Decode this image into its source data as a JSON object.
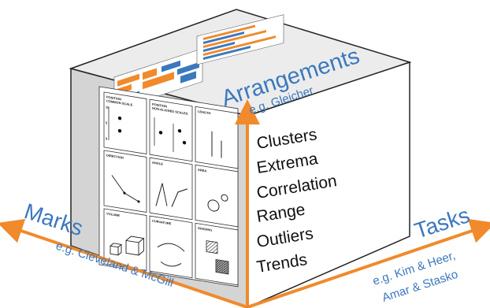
{
  "colors": {
    "orange": "#f08a2c",
    "blue": "#3b78bd",
    "cube_top": "#ececec",
    "cube_left": "#d6d6d6",
    "cube_right": "#ffffff",
    "outline": "#222222"
  },
  "axes": {
    "marks": {
      "label": "Marks",
      "subtitle": "e.g. Cleveland & McGill"
    },
    "arrangements": {
      "label": "Arrangements",
      "subtitle": "e.g. Gleicher"
    },
    "tasks": {
      "label": "Tasks",
      "subtitle_line1": "e.g. Kim & Heer,",
      "subtitle_line2": "Amar & Stasko"
    }
  },
  "tasks_list": [
    "Clusters",
    "Extrema",
    "Correlation",
    "Range",
    "Outliers",
    "Trends"
  ],
  "marks_grid": {
    "cells": [
      {
        "label_line1": "POSITION",
        "label_line2": "COMMON SCALE",
        "icon": "dot-scale-icon"
      },
      {
        "label_line1": "POSITION",
        "label_line2": "NON-ALIGNED SCALES",
        "icon": "dot-multi-scale-icon"
      },
      {
        "label_line1": "LENGTH",
        "label_line2": "",
        "icon": "length-lines-icon"
      },
      {
        "label_line1": "DIRECTION",
        "label_line2": "",
        "icon": "direction-lines-icon"
      },
      {
        "label_line1": "ANGLE",
        "label_line2": "",
        "icon": "angle-lines-icon"
      },
      {
        "label_line1": "AREA",
        "label_line2": "",
        "icon": "area-circles-icon"
      },
      {
        "label_line1": "VOLUME",
        "label_line2": "",
        "icon": "volume-cubes-icon"
      },
      {
        "label_line1": "CURVATURE",
        "label_line2": "",
        "icon": "curvature-arcs-icon"
      },
      {
        "label_line1": "SHADING",
        "label_line2": "",
        "icon": "shading-squares-icon"
      }
    ],
    "scale_ticks": [
      "10",
      "5",
      "0"
    ]
  }
}
